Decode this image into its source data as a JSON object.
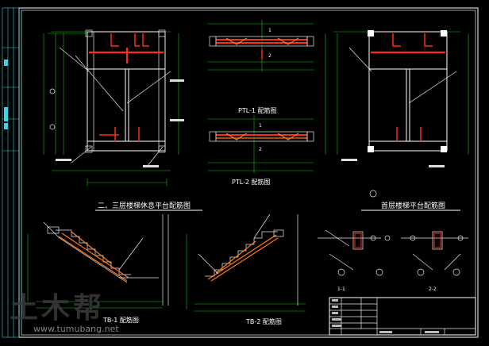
{
  "titles": {
    "ptl1": "PTL-1 配筋图",
    "ptl2": "PTL-2 配筋图",
    "mid_plan": "二、三层楼梯休息平台配筋图",
    "right_plan": "首层楼梯平台配筋图",
    "tb1": "TB-1 配筋图",
    "tb2": "TB-2 配筋图"
  },
  "section_marks": {
    "s1": "1",
    "s2": "2",
    "s11": "1-1",
    "s22": "2-2"
  },
  "watermark": {
    "logo": "土木帮",
    "url": "www.tumubang.net"
  },
  "colors": {
    "background": "#000000",
    "rebar": "#ff2a1a",
    "dimension": "#19c419",
    "text": "#ffffff",
    "axis": "#2fd5e0"
  }
}
